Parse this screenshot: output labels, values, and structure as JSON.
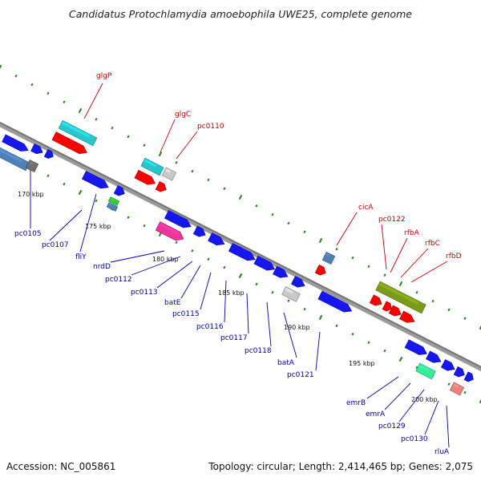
{
  "title": "Candidatus Protochlamydia amoebophila UWE25, complete genome",
  "footer": {
    "accession": "Accession: NC_005861",
    "topology": "Topology: circular; Length: 2,414,465 bp; Genes: 2,075"
  },
  "colors": {
    "backbone": "#8a8a8a",
    "tick_green": "#1b8a1b",
    "label_top": "#cc0000",
    "label_bottom": "#0000aa",
    "cyan": "#25c7cf",
    "red": "#ff0000",
    "blue": "#1616ee",
    "steel": "#4d7fb8",
    "grey": "#c8c8c8",
    "dark_grey": "#707070",
    "magenta": "#ee3399",
    "olive": "#7a9a1a",
    "mint": "#33ee99",
    "pink": "#ee8080",
    "green": "#33cc33"
  },
  "kbp_labels": [
    "170 kbp",
    "175 kbp",
    "180 kbp",
    "185 kbp",
    "190 kbp",
    "195 kbp",
    "200 kbp"
  ],
  "top_labels": [
    "glgP",
    "glgC",
    "pc0110",
    "cicA",
    "pc0122",
    "rfbA",
    "rfbC",
    "rfbD"
  ],
  "bottom_labels": [
    "pc0105",
    "pc0107",
    "fliY",
    "nrdD",
    "pc0112",
    "pc0113",
    "batE",
    "pc0115",
    "pc0116",
    "pc0117",
    "pc0118",
    "batA",
    "pc0121",
    "emrB",
    "emrA",
    "pc0129",
    "pc0130",
    "rluA"
  ]
}
